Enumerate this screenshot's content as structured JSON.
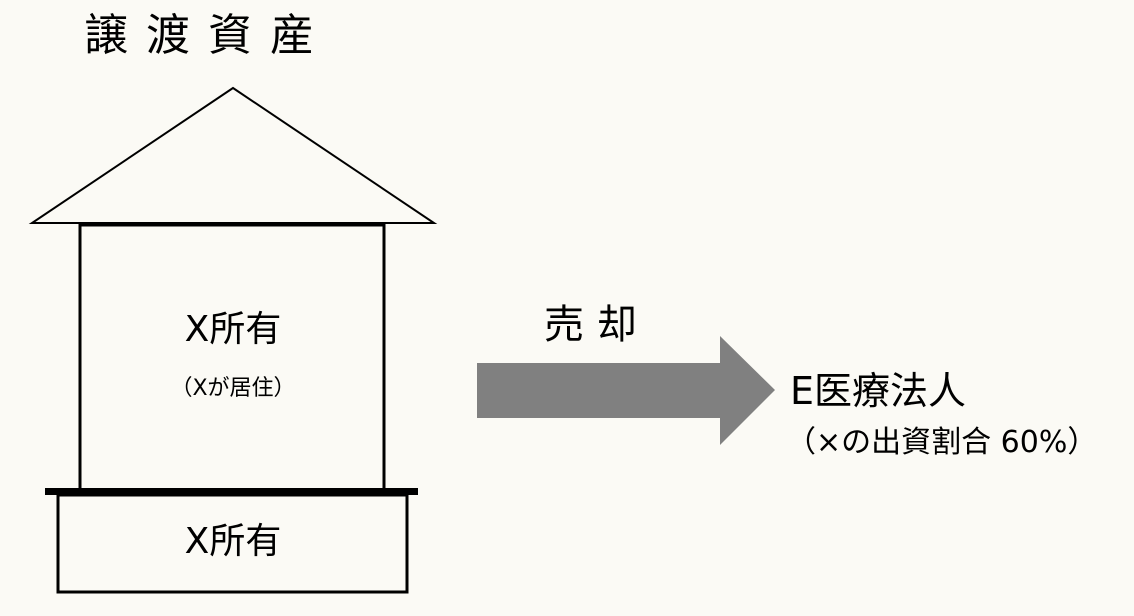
{
  "title": "譲 渡 資 産",
  "house": {
    "upper_label": "X所有",
    "upper_note": "（Xが居住）",
    "lower_label": "X所有"
  },
  "transaction": {
    "label": "売 却"
  },
  "buyer": {
    "name": "E医療法人",
    "share_note": "（×の出資割合 60%）"
  },
  "colors": {
    "background": "#fbfaf5",
    "arrow": "#808080",
    "line": "#000000"
  }
}
